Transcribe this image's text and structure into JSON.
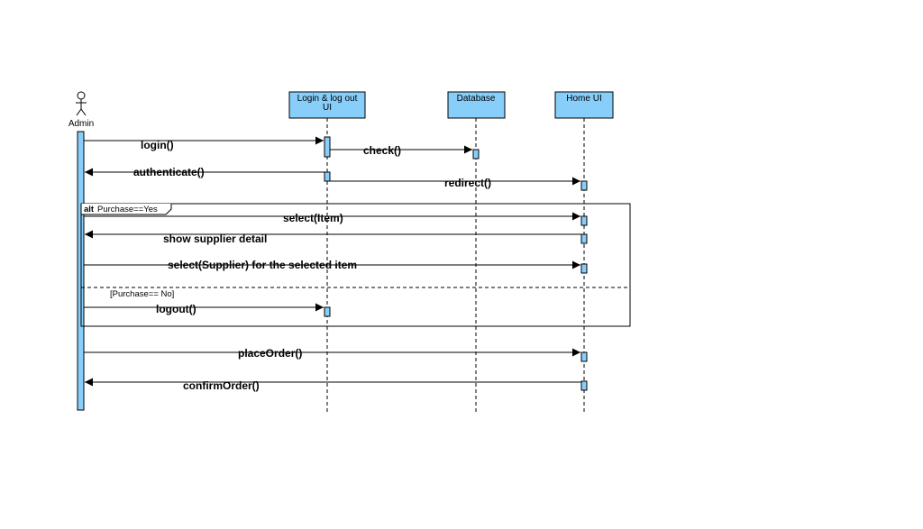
{
  "actor": {
    "label": "Admin",
    "icon": "stick-figure-icon"
  },
  "lifelines": {
    "login": {
      "label_line1": "Login & log out",
      "label_line2": "UI"
    },
    "database": {
      "label": "Database"
    },
    "home": {
      "label": "Home UI"
    }
  },
  "messages": {
    "login": "login()",
    "check": "check()",
    "authenticate": "authenticate()",
    "redirect": "redirect()",
    "select_item": "select(Item)",
    "show_supplier": "show supplier detail",
    "select_supplier": "select(Supplier) for the selected item",
    "logout": "logout()",
    "place_order": "placeOrder()",
    "confirm_order": "confirmOrder()"
  },
  "fragment": {
    "operator": "alt",
    "guard_yes": "Purchase==Yes",
    "guard_no": "[Purchase== No]"
  },
  "colors": {
    "lifeline_fill": "#87cefa",
    "activation_fill": "#87cefa",
    "line": "#000000"
  }
}
